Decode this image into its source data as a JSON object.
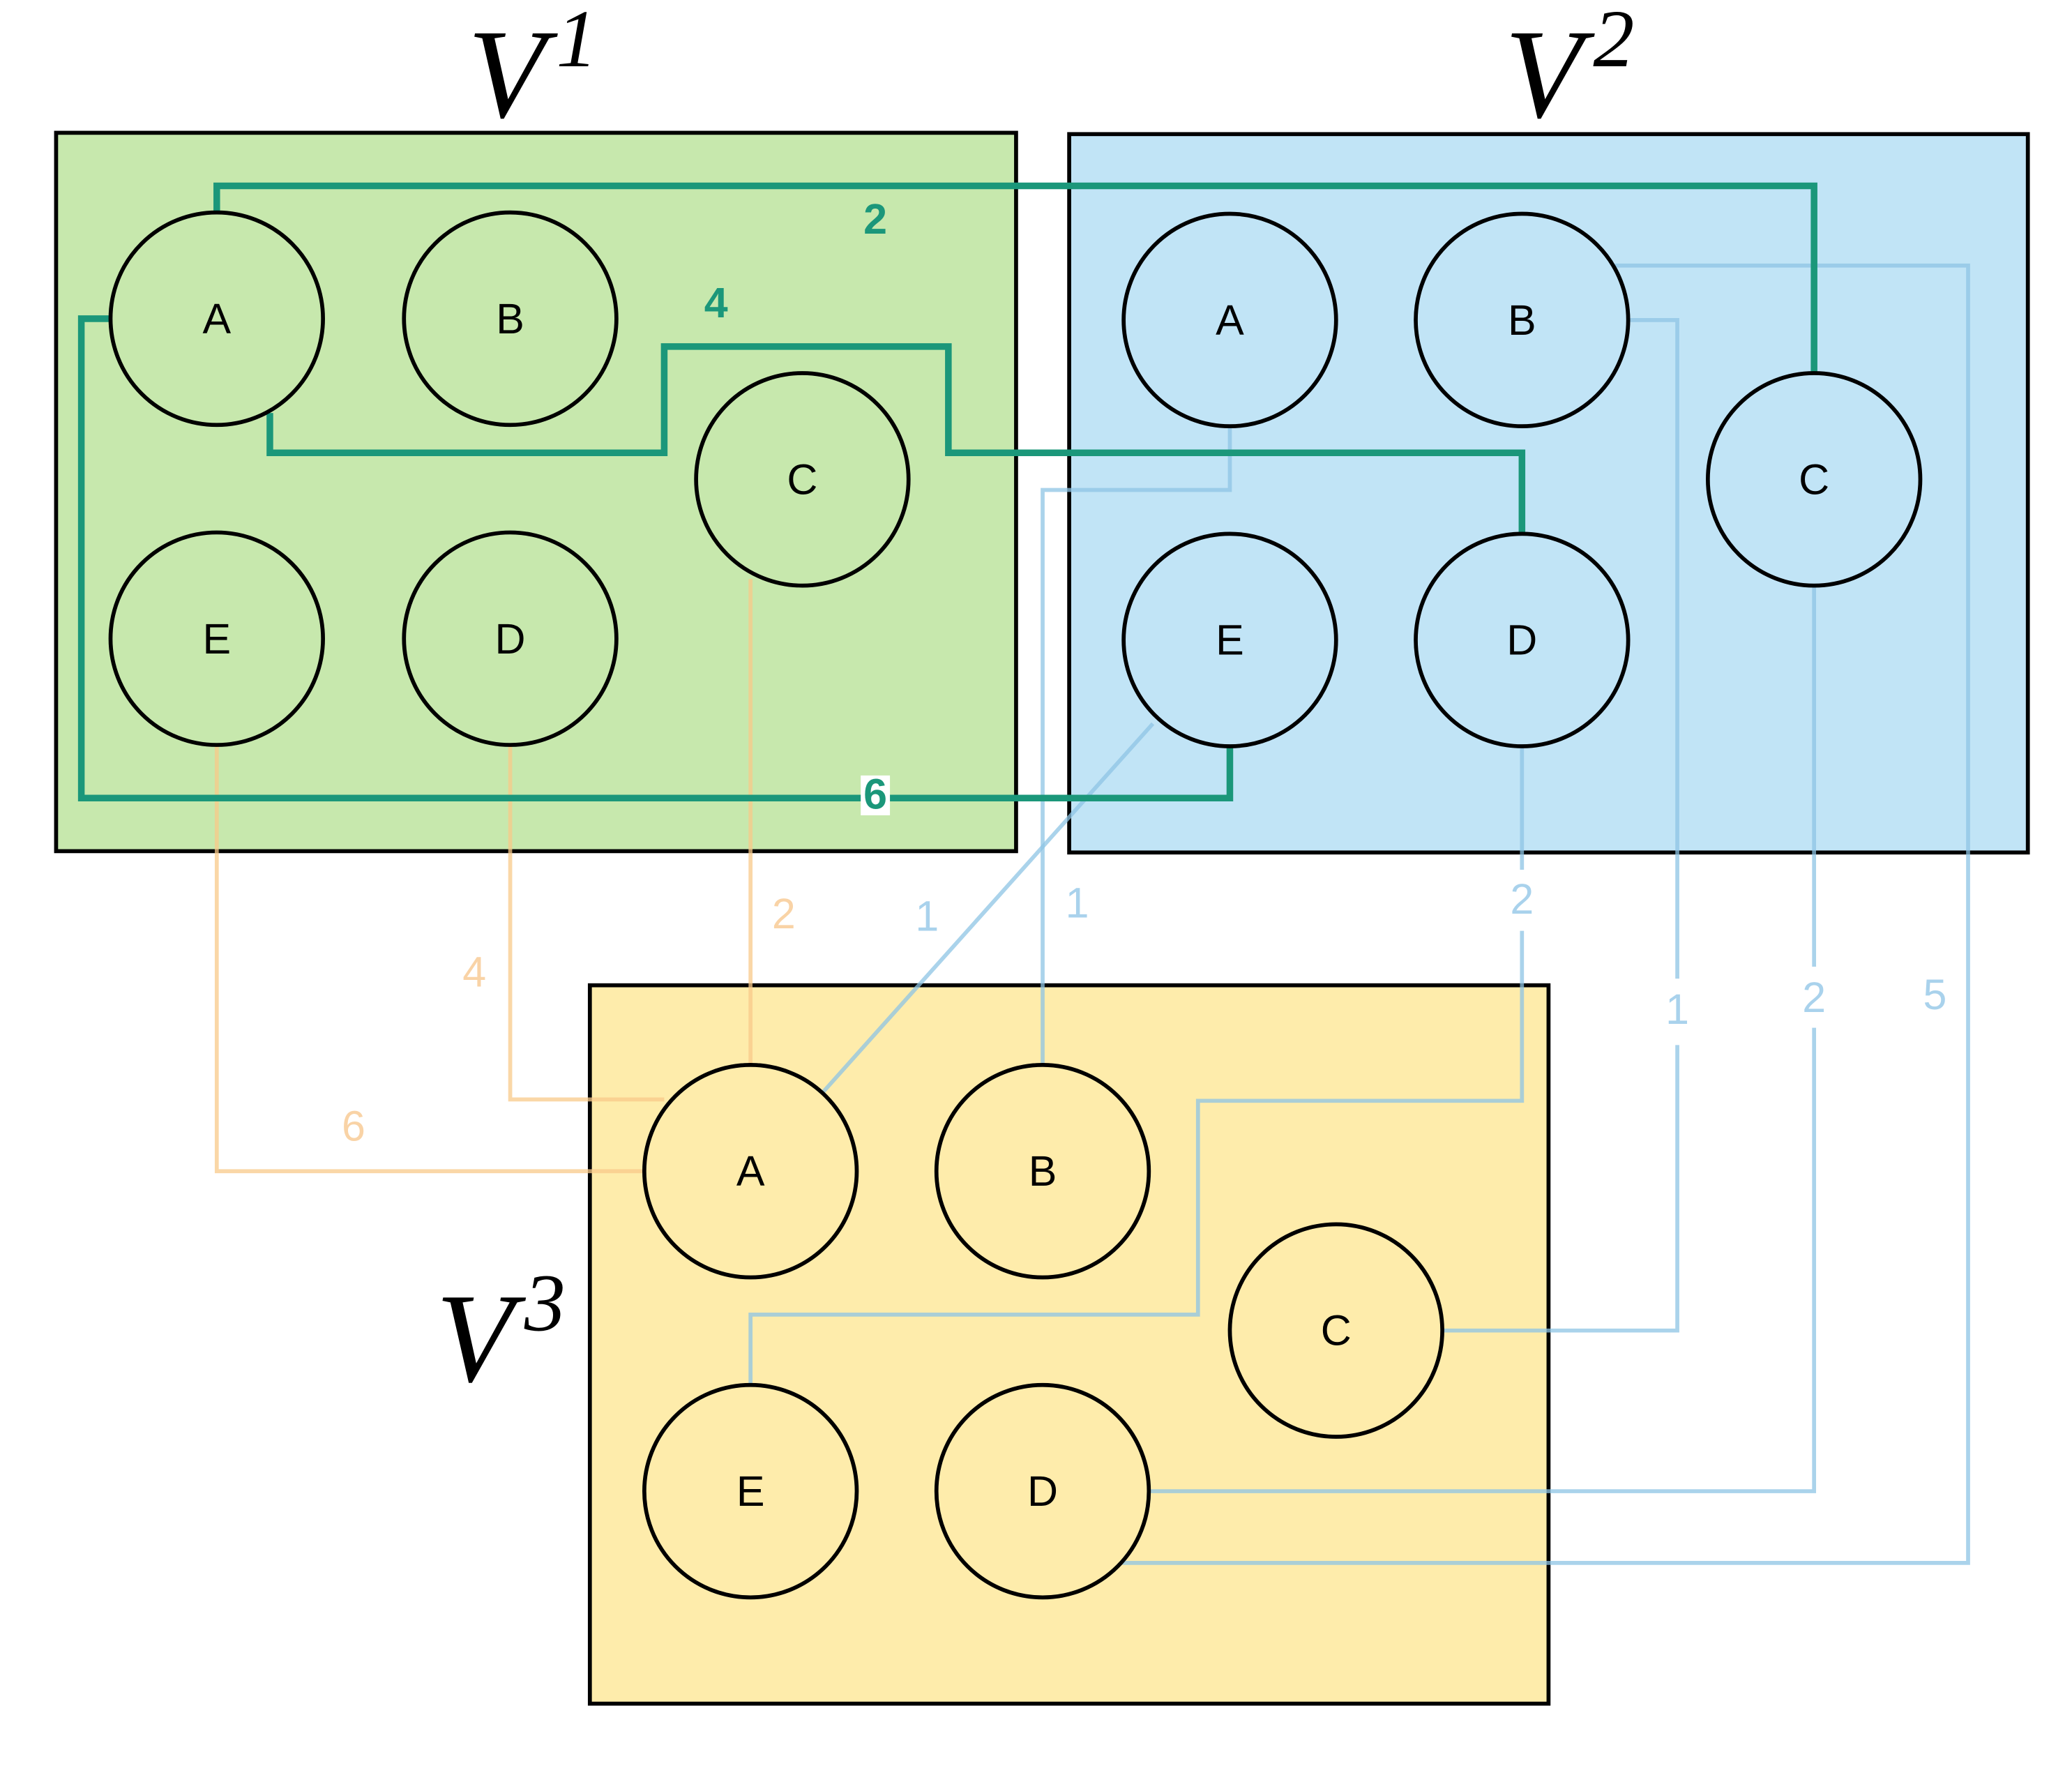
{
  "groups": {
    "v1": {
      "title": "V",
      "sup": "1",
      "color": "#c7e8ad",
      "nodes": [
        "A",
        "B",
        "C",
        "D",
        "E"
      ]
    },
    "v2": {
      "title": "V",
      "sup": "2",
      "color": "#c1e4f6",
      "nodes": [
        "A",
        "B",
        "C",
        "D",
        "E"
      ]
    },
    "v3": {
      "title": "V",
      "sup": "3",
      "color": "#feecab",
      "nodes": [
        "A",
        "B",
        "C",
        "D",
        "E"
      ]
    }
  },
  "edges": {
    "v1A_v2C": {
      "weight": "2",
      "color": "#1b977a"
    },
    "v1A_v2D": {
      "weight": "4",
      "color": "#1b977a"
    },
    "v1A_v2E": {
      "weight": "6",
      "color": "#1b977a"
    },
    "v1C_v3A": {
      "weight": "2",
      "color": "#f8c98a"
    },
    "v1D_v3A": {
      "weight": "4",
      "color": "#f8c98a"
    },
    "v1E_v3A": {
      "weight": "6",
      "color": "#f8c98a"
    },
    "v2E_v3A": {
      "weight": "1",
      "color": "#8ec4e4"
    },
    "v2A_v3B": {
      "weight": "1",
      "color": "#8ec4e4"
    },
    "v2D_v3E": {
      "weight": "2",
      "color": "#8ec4e4"
    },
    "v2B_v3C": {
      "weight": "1",
      "color": "#8ec4e4"
    },
    "v2C_v3D": {
      "weight": "2",
      "color": "#8ec4e4"
    },
    "v2B_v3D": {
      "weight": "5",
      "color": "#8ec4e4"
    }
  }
}
